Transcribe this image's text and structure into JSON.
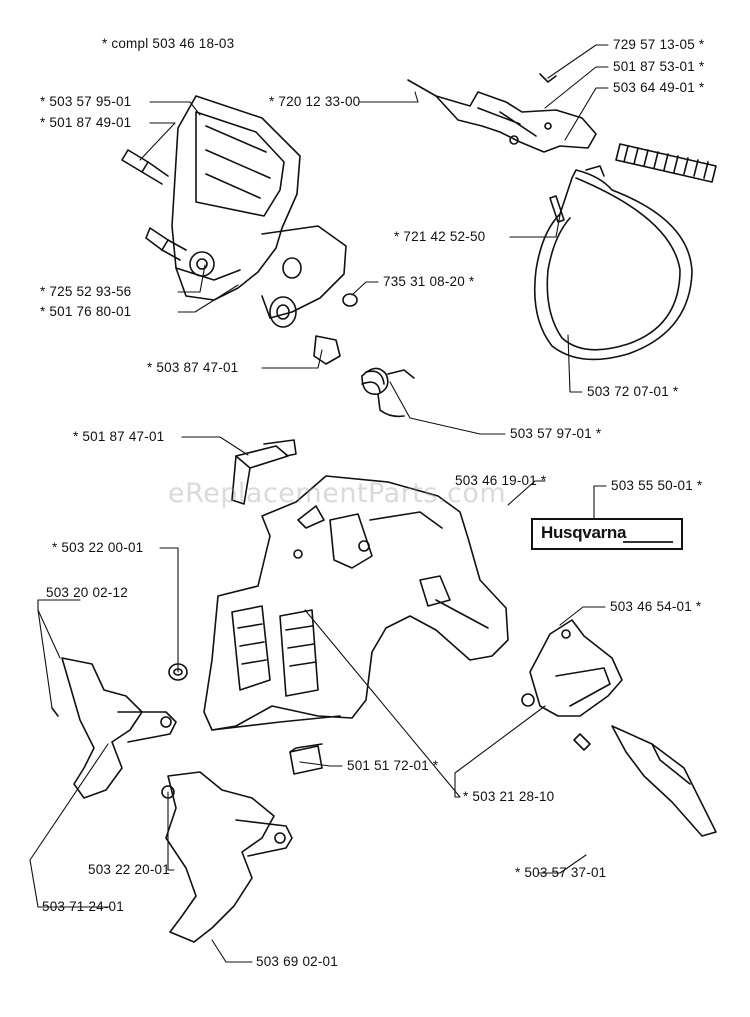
{
  "labels": {
    "compl": "* compl 503 46 18-03",
    "p729571305": "729 57 13-05 *",
    "p501875301": "501 87 53-01 *",
    "p503644901": "503 64 49-01 *",
    "p720123300": "* 720 12 33-00",
    "p503579501": "* 503 57 95-01",
    "p501874901": "* 501 87 49-01",
    "p721425250": "* 721 42 52-50",
    "p725529356": "* 725 52 93-56",
    "p501768001": "* 501 76 80-01",
    "p735310820": "735 31 08-20 *",
    "p503874701": "* 503 87 47-01",
    "p503720701": "503 72 07-01 *",
    "p503579701": "503 57 97-01 *",
    "p501874701": "* 501 87 47-01",
    "p503461901": "503 46 19-01 *",
    "p503555001": "503 55 50-01 *",
    "p503220001": "* 503 22 00-01",
    "p503200212": "503 20 02-12",
    "p503465401": "503 46 54-01 *",
    "p501517201": "501 51 72-01 *",
    "p503212810": "* 503 21 28-10",
    "p503222001": "503 22 20-01",
    "p503712401": "503 71 24-01",
    "p503573701": "* 503 57 37-01",
    "p503690201": "503 69 02-01"
  },
  "logo": {
    "brand": "Husqvarna"
  },
  "watermark": "eReplacementParts.com"
}
